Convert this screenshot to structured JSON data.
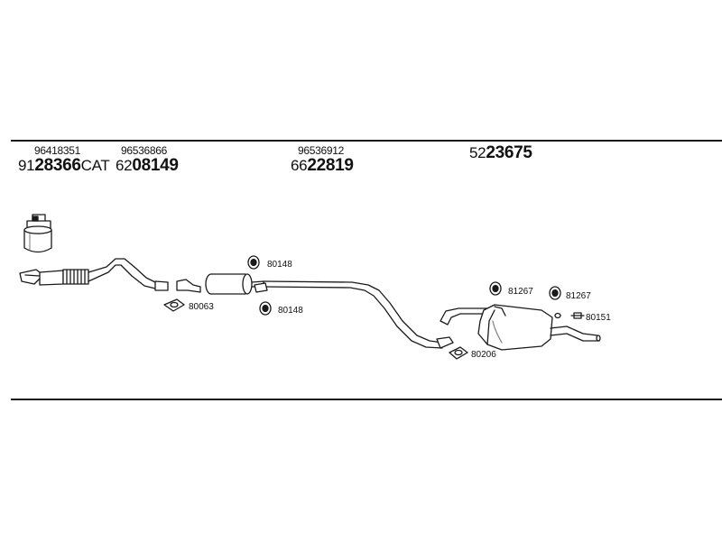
{
  "header_parts": [
    {
      "oe": "96418351",
      "prefix": "91",
      "main": "28366",
      "suffix": "CAT"
    },
    {
      "oe": "96536866",
      "prefix": "62",
      "main": "08149",
      "suffix": ""
    },
    {
      "oe": "96536912",
      "prefix": "66",
      "main": "22819",
      "suffix": ""
    },
    {
      "oe": "",
      "prefix": "52",
      "main": "23675",
      "suffix": ""
    }
  ],
  "callouts": {
    "hanger_1": "80148",
    "hanger_2": "80148",
    "gasket_1": "80063",
    "gasket_2": "80206",
    "rear_hanger_1": "81267",
    "rear_hanger_2": "81267",
    "rear_clamp": "80151"
  },
  "colors": {
    "line": "#1a1a1a",
    "pipe_fill": "#ffffff",
    "shade": "#bdbdbd"
  }
}
